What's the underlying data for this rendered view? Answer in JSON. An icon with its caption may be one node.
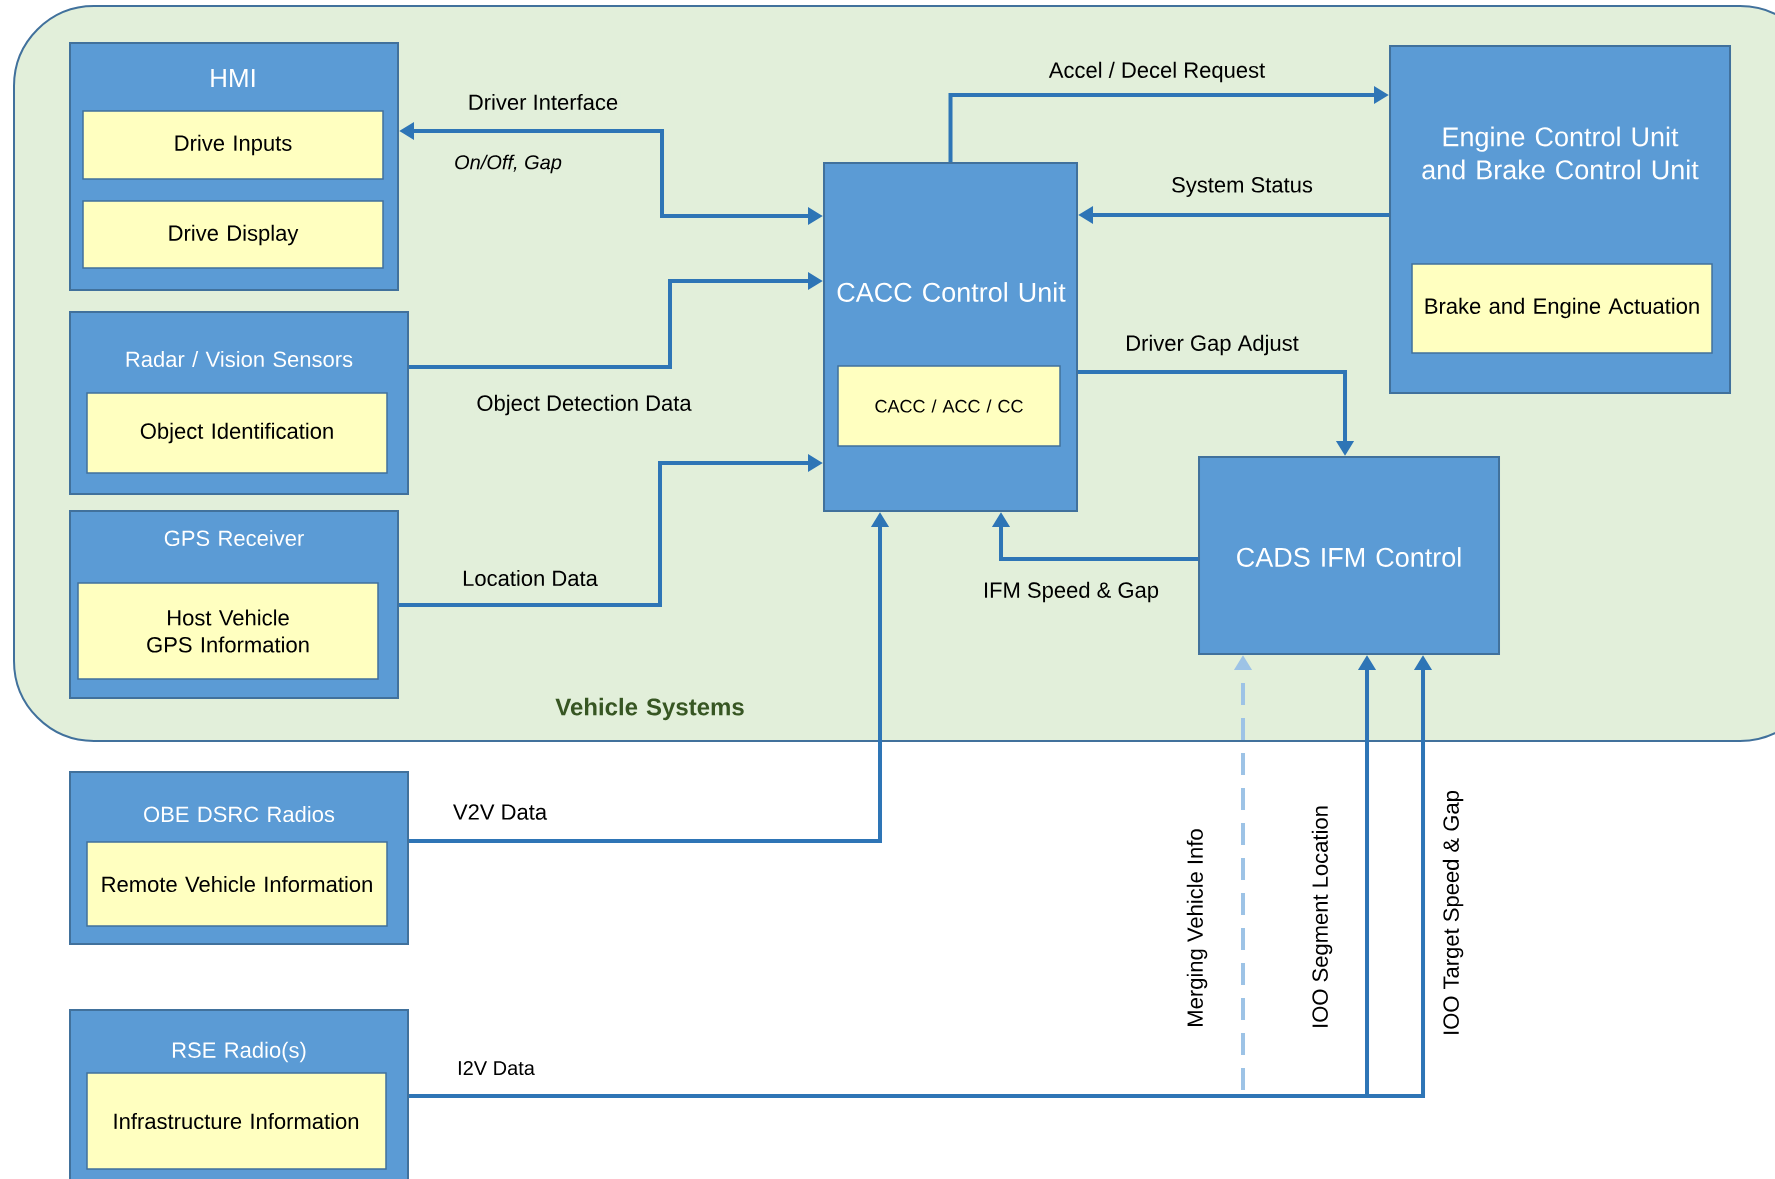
{
  "diagram": {
    "nodes": [
      {
        "text": [
          "Vehicle Systems"
        ]
      },
      {
        "text": [
          "HMI"
        ],
        "in": 0
      },
      {
        "text": [
          "Drive Inputs"
        ],
        "in": 1
      },
      {
        "text": [
          "Drive Display"
        ],
        "in": 1
      },
      {
        "text": [
          "Radar / Vision Sensors"
        ],
        "in": 0
      },
      {
        "text": [
          "Object Identification"
        ],
        "in": 4
      },
      {
        "text": [
          "GPS Receiver"
        ],
        "in": 0
      },
      {
        "text": [
          "Host Vehicle GPS Information"
        ],
        "in": 6
      },
      {
        "text": [
          "CACC Control Unit"
        ],
        "in": 0
      },
      {
        "text": [
          "CACC / ACC / CC"
        ],
        "in": 8
      },
      {
        "text": [
          "Engine Control Unit and Brake Control Unit"
        ],
        "in": 0
      },
      {
        "text": [
          "Brake and Engine Actuation"
        ],
        "in": 10
      },
      {
        "text": [
          "CADS IFM Control"
        ],
        "in": 0
      },
      {
        "text": [
          "OBE DSRC Radios"
        ]
      },
      {
        "text": [
          "Remote Vehicle Information"
        ],
        "in": 13
      },
      {
        "text": [
          "RSE Radio(s)"
        ]
      },
      {
        "text": [
          "Infrastructure Information"
        ],
        "in": 15
      }
    ],
    "edges": [
      {
        "from": 1,
        "to": 8,
        "arrow": "both",
        "label": "Driver Interface"
      },
      {
        "from": 4,
        "to": 8,
        "arrow": "to",
        "label": "Object Detection Data"
      },
      {
        "from": 6,
        "to": 8,
        "arrow": "to",
        "label": "Location Data"
      },
      {
        "from": 8,
        "to": 10,
        "arrow": "to",
        "label": "Accel / Decel Request"
      },
      {
        "from": 10,
        "to": 8,
        "arrow": "to",
        "label": "System Status"
      },
      {
        "from": 8,
        "to": 12,
        "arrow": "to",
        "label": "Driver Gap Adjust"
      },
      {
        "from": 12,
        "to": 8,
        "arrow": "to",
        "label": "IFM Speed & Gap"
      },
      {
        "from": 13,
        "to": 8,
        "arrow": "to",
        "label": "V2V Data"
      },
      {
        "from": 15,
        "to": 12,
        "arrow": "to",
        "label": "Merging Vehicle Info",
        "style": "dashed",
        "color": "#9dc3e6"
      },
      {
        "from": 15,
        "to": 12,
        "arrow": "to",
        "label": "IOO Segment Location"
      },
      {
        "from": 15,
        "to": 12,
        "arrow": "to",
        "label": "IOO Target Speed & Gap"
      }
    ],
    "labels": [
      "On/Off, Gap",
      "I2V Data"
    ]
  }
}
